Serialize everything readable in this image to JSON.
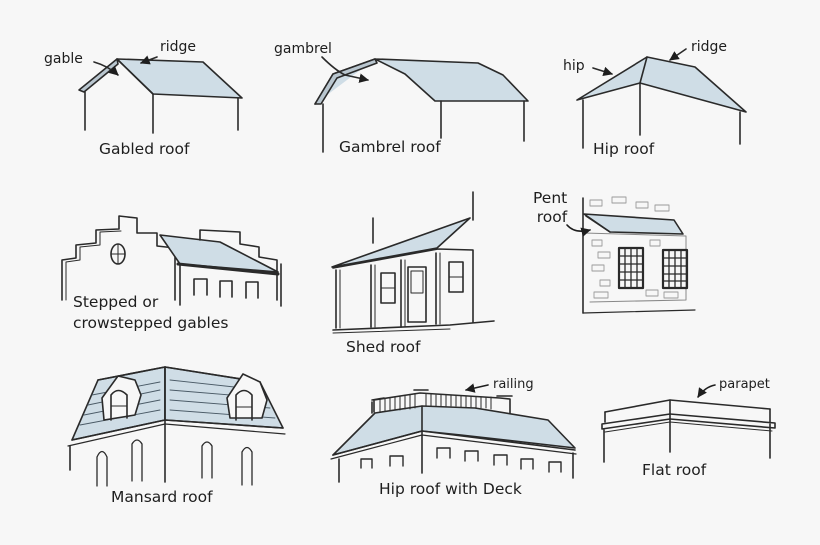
{
  "colors": {
    "background": "#f7f7f7",
    "roof_fill": "#cfdde6",
    "stroke": "#2a2a2a",
    "text": "#1e1e1e"
  },
  "roofs": [
    {
      "id": "gabled",
      "caption": "Gabled roof",
      "annotations": [
        "gable",
        "ridge"
      ]
    },
    {
      "id": "gambrel",
      "caption": "Gambrel roof",
      "annotations": [
        "gambrel"
      ]
    },
    {
      "id": "hip",
      "caption": "Hip roof",
      "annotations": [
        "hip",
        "ridge"
      ]
    },
    {
      "id": "stepped",
      "caption": "Stepped or\ncrowstepped gables",
      "annotations": []
    },
    {
      "id": "shed",
      "caption": "Shed roof",
      "annotations": []
    },
    {
      "id": "pent",
      "caption": "",
      "annotations": [
        "Pent\nroof"
      ]
    },
    {
      "id": "mansard",
      "caption": "Mansard roof",
      "annotations": []
    },
    {
      "id": "hip-deck",
      "caption": "Hip roof with Deck",
      "annotations": [
        "railing"
      ]
    },
    {
      "id": "flat",
      "caption": "Flat roof",
      "annotations": [
        "parapet"
      ]
    }
  ]
}
